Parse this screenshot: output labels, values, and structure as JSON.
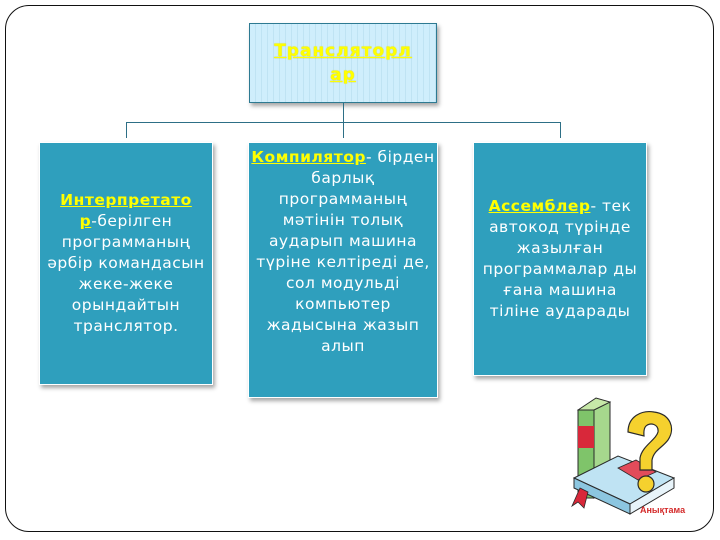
{
  "diagram": {
    "root": {
      "label": "Трансляторлар",
      "line1": "Трансляторл",
      "line2": "ар"
    },
    "children": [
      {
        "term": "Интерпретатор",
        "term_line1": "Интерпретато",
        "term_line2": "р",
        "definition": "-берілген программаның әрбір командасын жеке-жеке орындайтын транслятор."
      },
      {
        "term": "Компилятор",
        "definition": "- бірден барлық программаның мәтінін толық аударып машина түріне келтіреді де, сол модульді компьютер жадысына жазып  алып"
      },
      {
        "term": "Ассемблер",
        "definition": "- тек автокод түрінде жазылған программалар ды ғана машина тіліне аударады"
      }
    ]
  },
  "illustration": {
    "caption": "Анықтама",
    "icon": "book-question-icon"
  },
  "colors": {
    "box_fill": "#2f9fbd",
    "root_fill": "#cfeefc",
    "highlight": "#ffff00",
    "connector": "#2d6f86",
    "caption": "#d42b2b"
  }
}
